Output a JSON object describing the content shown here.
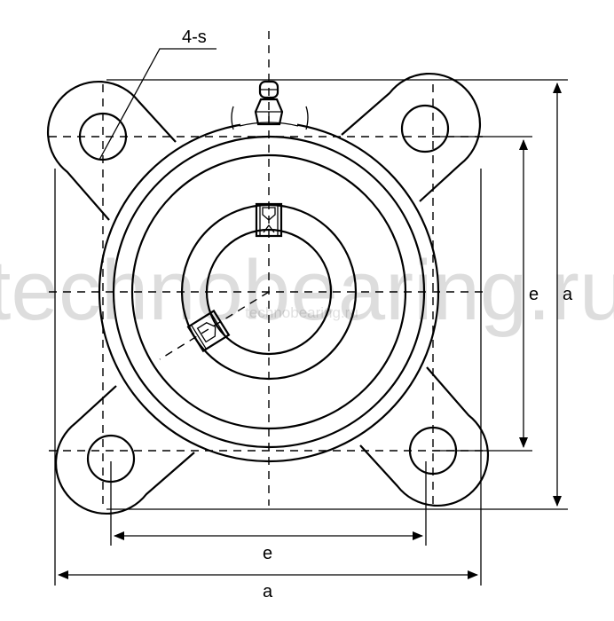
{
  "labels": {
    "hole_callout": "4-s",
    "bolt_spacing_vertical": "e",
    "overall_height": "a",
    "bolt_spacing_horizontal": "e",
    "overall_width": "a"
  },
  "watermark": {
    "large": "technobearing.ru",
    "small": "technobearing.ru"
  }
}
